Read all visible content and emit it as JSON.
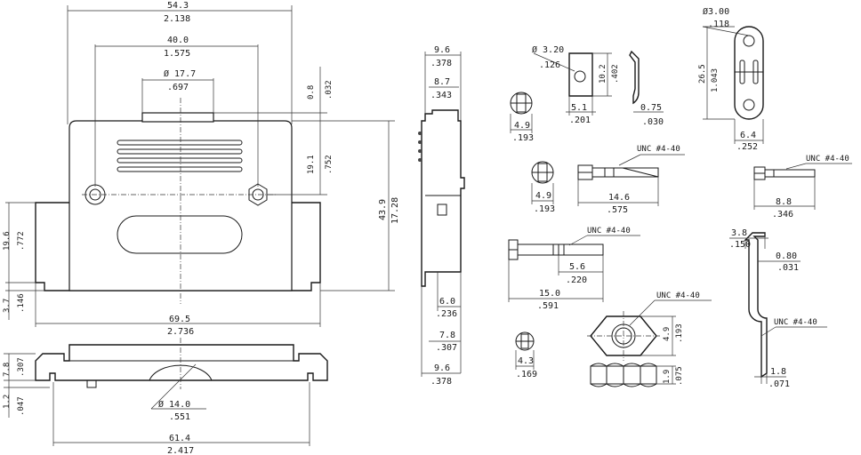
{
  "front_view": {
    "overall_width_mm": "54.3",
    "overall_width_in": "2.138",
    "screw_spacing_mm": "40.0",
    "screw_spacing_in": "1.575",
    "cable_dia_mm": "Ø 17.7",
    "cable_dia_in": ".697",
    "top_gap_mm": "0.8",
    "top_gap_in": ".032",
    "screw_height_mm": "19.1",
    "screw_height_in": ".752",
    "total_height_mm": "43.9",
    "total_height_in": "17.28",
    "flange_height_mm": "19.6",
    "flange_height_in": ".772",
    "flange_bottom_mm": "3.7",
    "flange_bottom_in": ".146",
    "base_width_mm": "69.5",
    "base_width_in": "2.736"
  },
  "bottom_view": {
    "height_mm": "7.8",
    "height_in": ".307",
    "lip_mm": "1.2",
    "lip_in": ".047",
    "opening_dia_mm": "Ø 14.0",
    "opening_dia_in": ".551",
    "width_mm": "61.4",
    "width_in": "2.417"
  },
  "side_view": {
    "top_width_mm": "9.6",
    "top_width_in": ".378",
    "inner_width_mm": "8.7",
    "inner_width_in": ".343",
    "lower_step_mm": "6.0",
    "lower_step_in": ".236",
    "base_step_mm": "7.8",
    "base_step_in": ".307",
    "bottom_width_mm": "9.6",
    "bottom_width_in": ".378"
  },
  "clamp_part": {
    "hole_mm": "Ø 3.20",
    "hole_in": ".126",
    "height_mm": "10.2",
    "height_in": ".402",
    "width_mm": "5.1",
    "width_in": ".201",
    "thickness_mm": "0.75",
    "thickness_in": ".030",
    "head_mm": "4.9",
    "head_in": ".193"
  },
  "strap_part": {
    "hole_mm": "Ø3.00",
    "hole_in": ".118",
    "length_mm": "26.5",
    "length_in": "1.043",
    "width_mm": "6.4",
    "width_in": ".252"
  },
  "screw_long": {
    "head_mm": "4.9",
    "head_in": ".193",
    "thread_label": "UNC  #4-40",
    "length_mm": "14.6",
    "length_in": ".575"
  },
  "screw_short": {
    "thread_label": "UNC  #4-40",
    "length_mm": "8.8",
    "length_in": ".346"
  },
  "screw_shoulder": {
    "thread_label": "UNC  #4-40",
    "thread_len_mm": "5.6",
    "thread_len_in": ".220",
    "length_mm": "15.0",
    "length_in": ".591"
  },
  "bent_bracket": {
    "width_mm": "3.8",
    "width_in": ".150",
    "thickness_mm": "0.80",
    "thickness_in": ".031",
    "thread_label": "UNC  #4-40",
    "foot_mm": "1.8",
    "foot_in": ".071"
  },
  "hex_nut": {
    "thread_label": "UNC  #4-40",
    "across_mm": "4.9",
    "across_in": ".193",
    "thickness_mm": "1.9",
    "thickness_in": ".075"
  },
  "small_screw": {
    "head_mm": "4.3",
    "head_in": ".169"
  }
}
